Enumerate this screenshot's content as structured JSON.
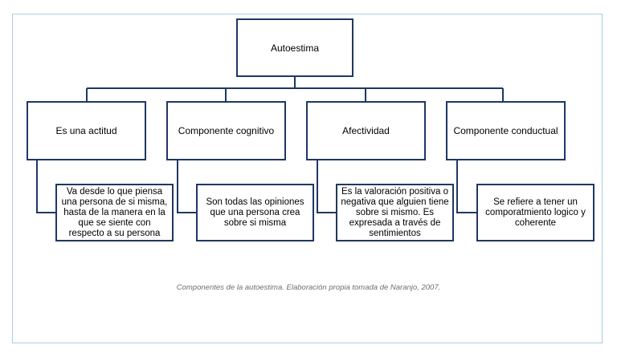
{
  "diagram": {
    "root": {
      "label": "Autoestima"
    },
    "nodes": [
      {
        "label": "Es una actitud",
        "detail": "Va desde lo que piensa una persona de si misma, hasta de la manera en la que se siente con respecto a su persona"
      },
      {
        "label": "Componente cognitivo",
        "detail": "Son todas las opiniones que una persona crea sobre si misma"
      },
      {
        "label": "Afectividad",
        "detail": "Es la valoración positiva o negativa que alguien tiene sobre si mismo. Es expresada a través de sentimientos"
      },
      {
        "label": "Componente conductual",
        "detail": "Se refiere a tener un comporatmiento logico y coherente"
      }
    ]
  },
  "caption": "Componentes de la autoestima.  Elaboración propia tomada de Naranjo, 2007.",
  "colors": {
    "box_border": "#1f3763",
    "connector": "#1f3763",
    "frame_border": "#a7cfe0",
    "caption_text": "#6f6f6f"
  }
}
